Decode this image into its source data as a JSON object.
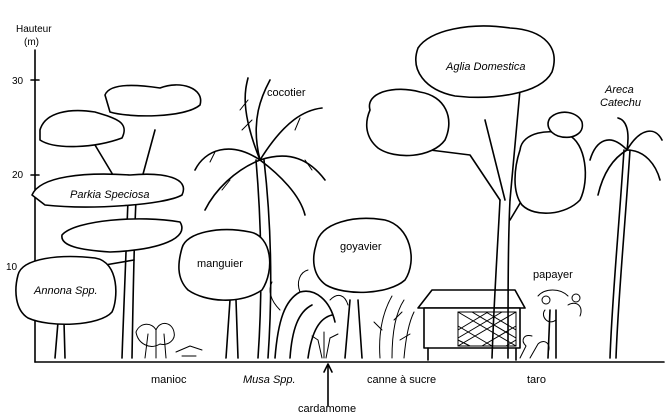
{
  "axis": {
    "title_line1": "Hauteur",
    "title_line2": "(m)",
    "ticks": [
      "30",
      "20",
      "10"
    ]
  },
  "labels": {
    "cocotier": "cocotier",
    "aglia": "Aglia Domestica",
    "areca_line1": "Areca",
    "areca_line2": "Catechu",
    "parkia": "Parkia Speciosa",
    "manguier": "manguier",
    "goyavier": "goyavier",
    "annona": "Annona Spp.",
    "papayer": "papayer",
    "manioc": "manioc",
    "musa": "Musa Spp.",
    "canne": "canne à sucre",
    "taro": "taro",
    "cardamome": "cardamome"
  }
}
